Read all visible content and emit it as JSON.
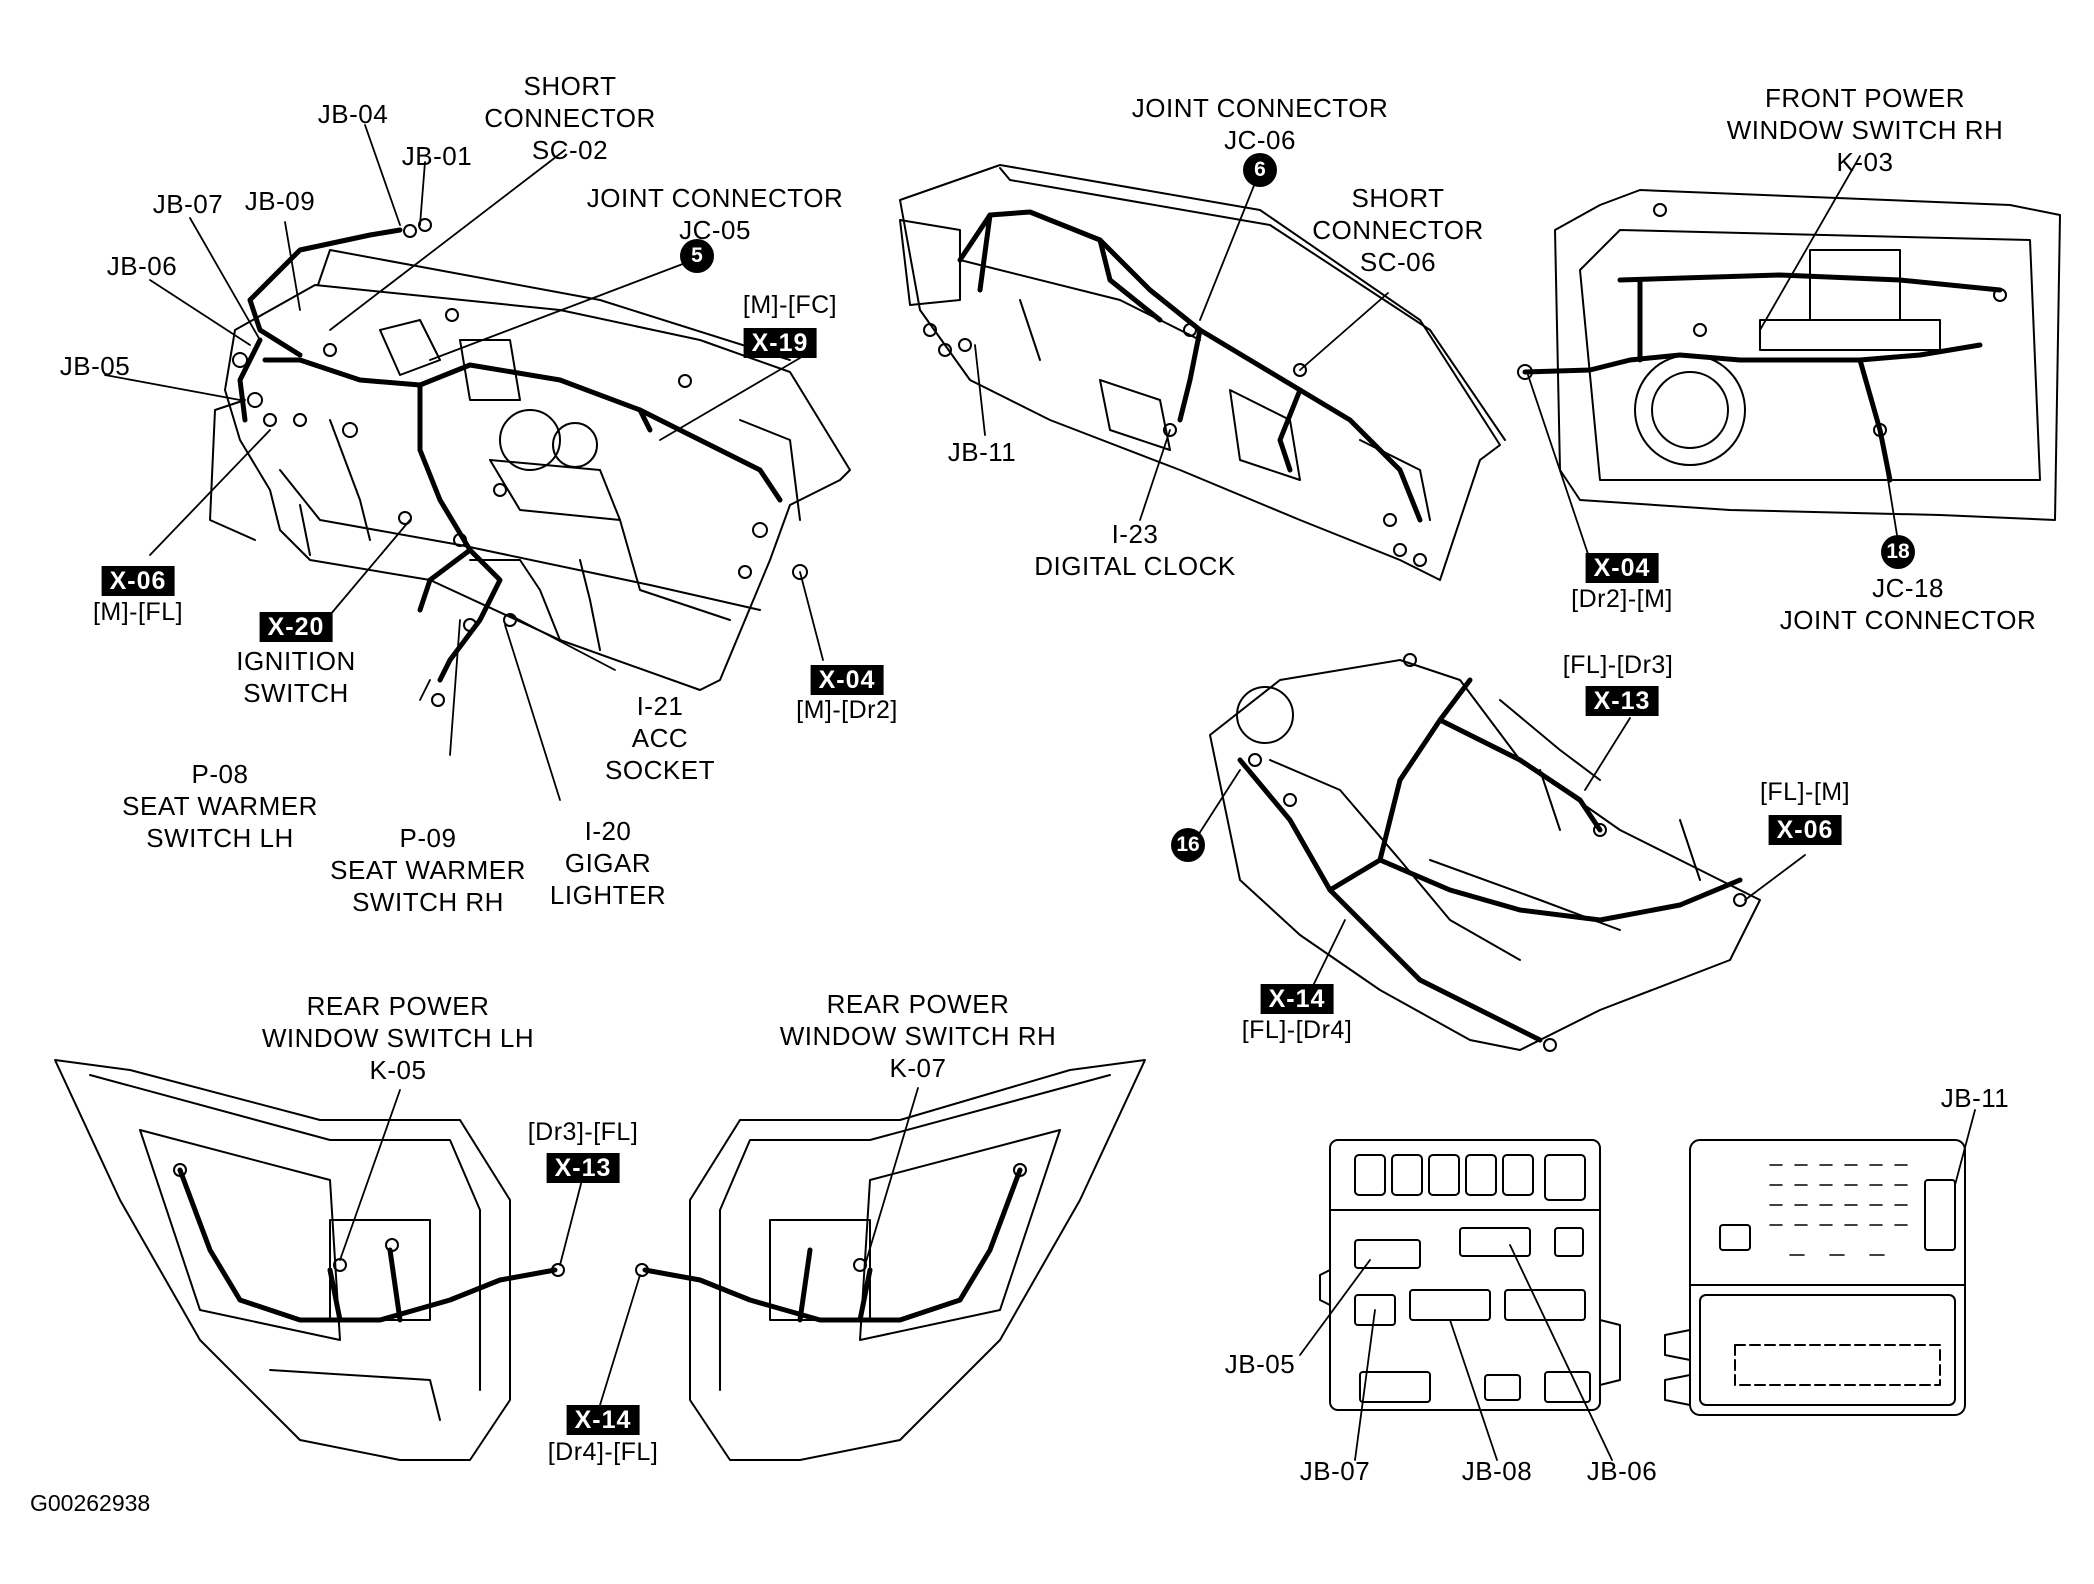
{
  "labels": {
    "jb04": "JB-04",
    "jb01": "JB-01",
    "jb07": "JB-07",
    "jb09": "JB-09",
    "jb06": "JB-06",
    "jb05": "JB-05",
    "short_connector": "SHORT",
    "connector": "CONNECTOR",
    "sc02": "SC-02",
    "joint_connector": "JOINT CONNECTOR",
    "jc05": "JC-05",
    "jc06": "JC-06",
    "sc06": "SC-06",
    "jb11": "JB-11",
    "i23": "I-23",
    "digital_clock": "DIGITAL CLOCK",
    "front_power": "FRONT POWER",
    "window_switch_rh": "WINDOW SWITCH RH",
    "window_switch_lh": "WINDOW SWITCH LH",
    "k03": "K-03",
    "jc18": "JC-18",
    "ignition": "IGNITION",
    "switch": "SWITCH",
    "i21": "I-21",
    "acc": "ACC",
    "socket": "SOCKET",
    "p08": "P-08",
    "seat_warmer": "SEAT WARMER",
    "switch_lh": "SWITCH LH",
    "switch_rh": "SWITCH RH",
    "p09": "P-09",
    "i20": "I-20",
    "gigar": "GIGAR",
    "lighter": "LIGHTER",
    "rear_power": "REAR POWER",
    "k05": "K-05",
    "k07": "K-07",
    "jb08": "JB-08"
  },
  "tags": {
    "x19": "X-19",
    "x06": "X-06",
    "x20": "X-20",
    "x04": "X-04",
    "x13": "X-13",
    "x14": "X-14"
  },
  "subs": {
    "m_fc": "[M]-[FC]",
    "m_fl": "[M]-[FL]",
    "m_dr2": "[M]-[Dr2]",
    "dr2_m": "[Dr2]-[M]",
    "fl_dr3": "[FL]-[Dr3]",
    "fl_m": "[FL]-[M]",
    "fl_dr4": "[FL]-[Dr4]",
    "dr3_fl": "[Dr3]-[FL]",
    "dr4_fl": "[Dr4]-[FL]"
  },
  "nums": {
    "n5": "5",
    "n6": "6",
    "n18": "18",
    "n16": "16"
  },
  "figure_id": "G00262938"
}
